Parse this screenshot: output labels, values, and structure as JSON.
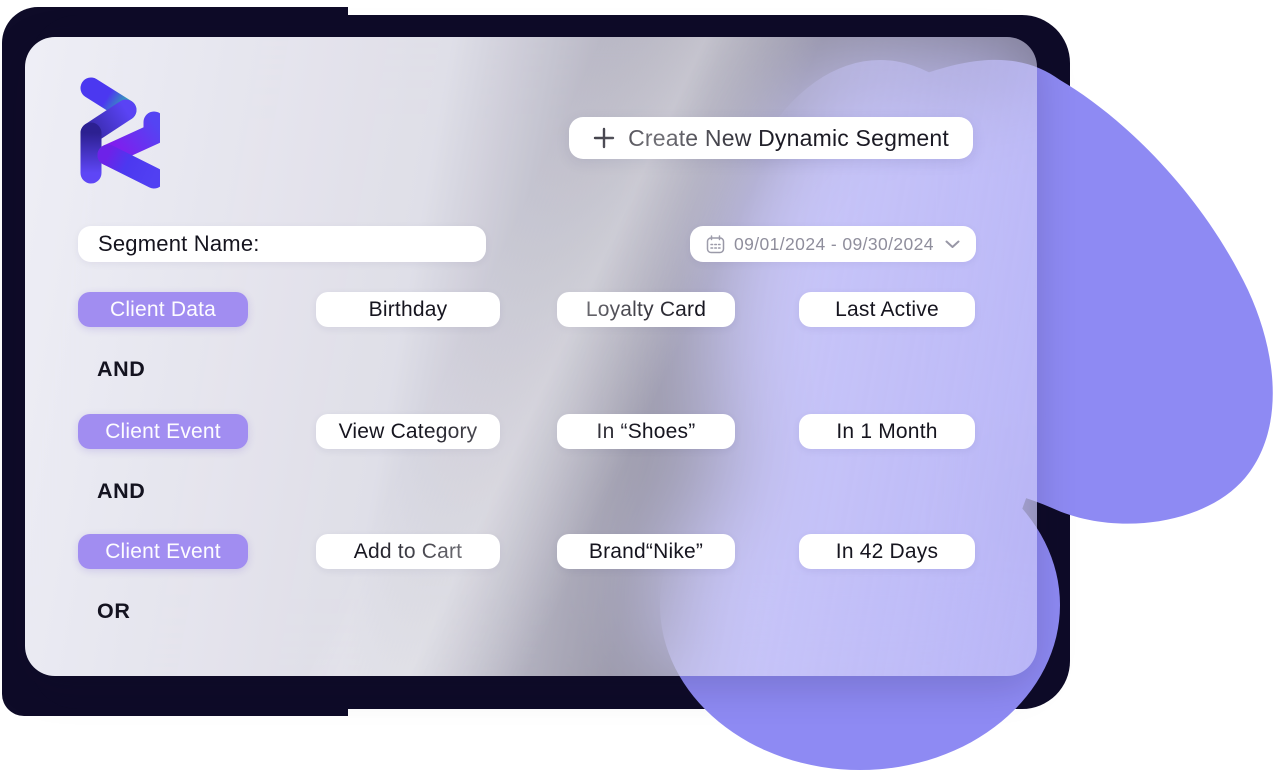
{
  "header": {
    "create_button": {
      "label": "Create New Dynamic Segment"
    }
  },
  "controls": {
    "segment_name_label": "Segment Name:",
    "date_range": {
      "value": "09/01/2024 - 09/30/2024"
    }
  },
  "builder": {
    "rows": [
      {
        "type_label": "Client Data",
        "fields": [
          "Birthday",
          "Loyalty Card",
          "Last Active"
        ],
        "operator_after": "AND"
      },
      {
        "type_label": "Client Event",
        "fields": [
          "View Category",
          "In “Shoes”",
          "In 1 Month"
        ],
        "operator_after": "AND"
      },
      {
        "type_label": "Client Event",
        "fields": [
          "Add to Cart",
          "Brand“Nike”",
          "In 42 Days"
        ],
        "operator_after": "OR"
      }
    ]
  },
  "colors": {
    "frame_dark": "#0e0b28",
    "blob_purple": "#8e8af3",
    "pill_purple": "#a18df1",
    "pill_white": "#ffffff",
    "card_tint": "#f5f5fd",
    "text_dark": "#16151f",
    "text_gray": "#8f8e9c"
  }
}
